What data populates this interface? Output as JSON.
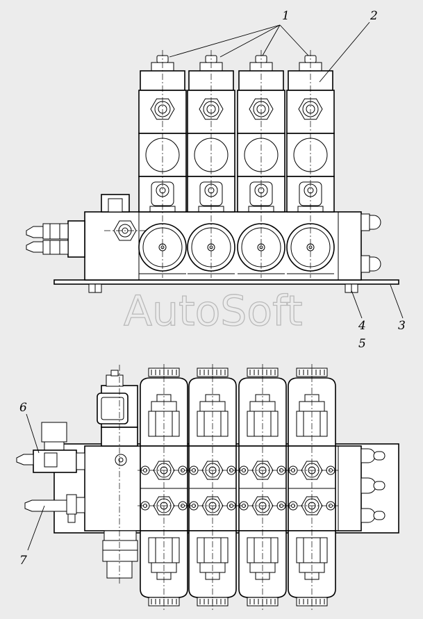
{
  "watermark": "AutoSoft",
  "callouts": {
    "c1": "1",
    "c2": "2",
    "c3": "3",
    "c4": "4",
    "c5": "5",
    "c6": "6",
    "c7": "7"
  },
  "top_view": {
    "section_count": 4
  },
  "bottom_view": {
    "section_count": 4
  }
}
